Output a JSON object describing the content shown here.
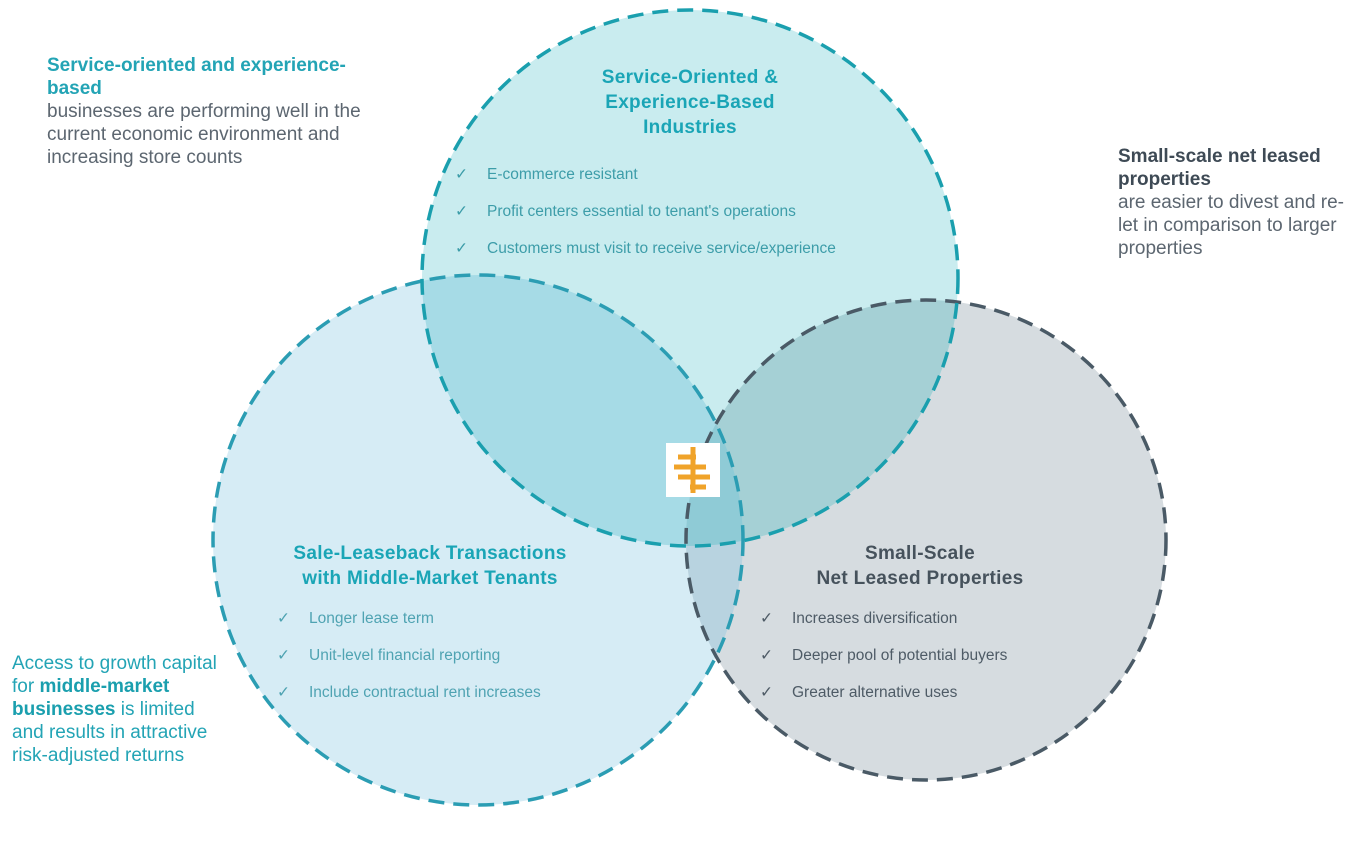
{
  "notes": {
    "service": {
      "bold": "Service-oriented and experience-based",
      "rest": "businesses are performing well in the current economic environment and increasing store counts"
    },
    "small_scale": {
      "bold": "Small-scale net leased properties",
      "rest": "are easier to divest and re-let in comparison to larger properties"
    },
    "access": {
      "before": "Access to growth capital for",
      "bold": "middle-market businesses",
      "after": "is limited and results in attractive risk-adjusted returns"
    }
  },
  "circles": {
    "top": {
      "title_lines": [
        "Service-Oriented &",
        "Experience-Based",
        "Industries"
      ],
      "items": [
        "E-commerce resistant",
        "Profit centers essential to tenant's operations",
        "Customers must visit to receive service/experience"
      ],
      "fill": "#c9ecef",
      "stroke": "#1a9fae"
    },
    "left": {
      "title_lines": [
        "Sale-Leaseback Transactions",
        "with Middle-Market Tenants"
      ],
      "items": [
        "Longer lease term",
        "Unit-level financial reporting",
        "Include contractual rent increases"
      ],
      "fill": "#cfe9f2",
      "stroke": "#2b9db3"
    },
    "right": {
      "title_lines": [
        "Small-Scale",
        "Net Leased Properties"
      ],
      "items": [
        "Increases diversification",
        "Deeper pool of potential buyers",
        "Greater alternative uses"
      ],
      "fill": "#d3dbe0",
      "stroke": "#4a5a66"
    }
  },
  "check_glyph": "✓",
  "center_logo": {
    "icon": "pole-logo-icon",
    "color": "#f0a32a"
  }
}
